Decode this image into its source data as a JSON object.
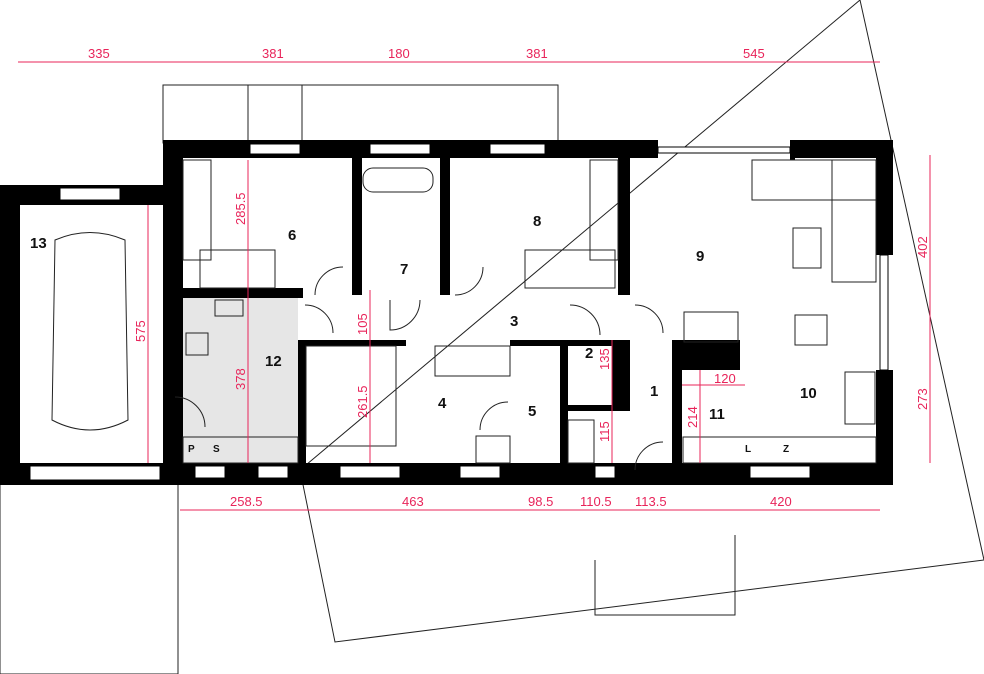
{
  "rooms": [
    "1",
    "2",
    "3",
    "4",
    "5",
    "6",
    "7",
    "8",
    "9",
    "10",
    "11",
    "12",
    "13"
  ],
  "dims_top": [
    "335",
    "381",
    "180",
    "381",
    "545"
  ],
  "dims_bottom": [
    "258.5",
    "463",
    "98.5",
    "110.5",
    "113.5",
    "420"
  ],
  "dims_vertical": {
    "r6": "285.5",
    "r12": "378",
    "corr": "105",
    "r4": "261.5",
    "r2": "135",
    "r1": "115",
    "r11": "214",
    "garage": "575",
    "right_top": "402",
    "right_bottom": "273"
  },
  "dims_inner": {
    "r11_width": "120"
  },
  "fixture_labels": {
    "p": "P",
    "s": "S",
    "l": "L",
    "z": "Z"
  },
  "colors": {
    "dimension": "#e8245a",
    "wall": "#000000",
    "utility": "#e6e6e6"
  }
}
